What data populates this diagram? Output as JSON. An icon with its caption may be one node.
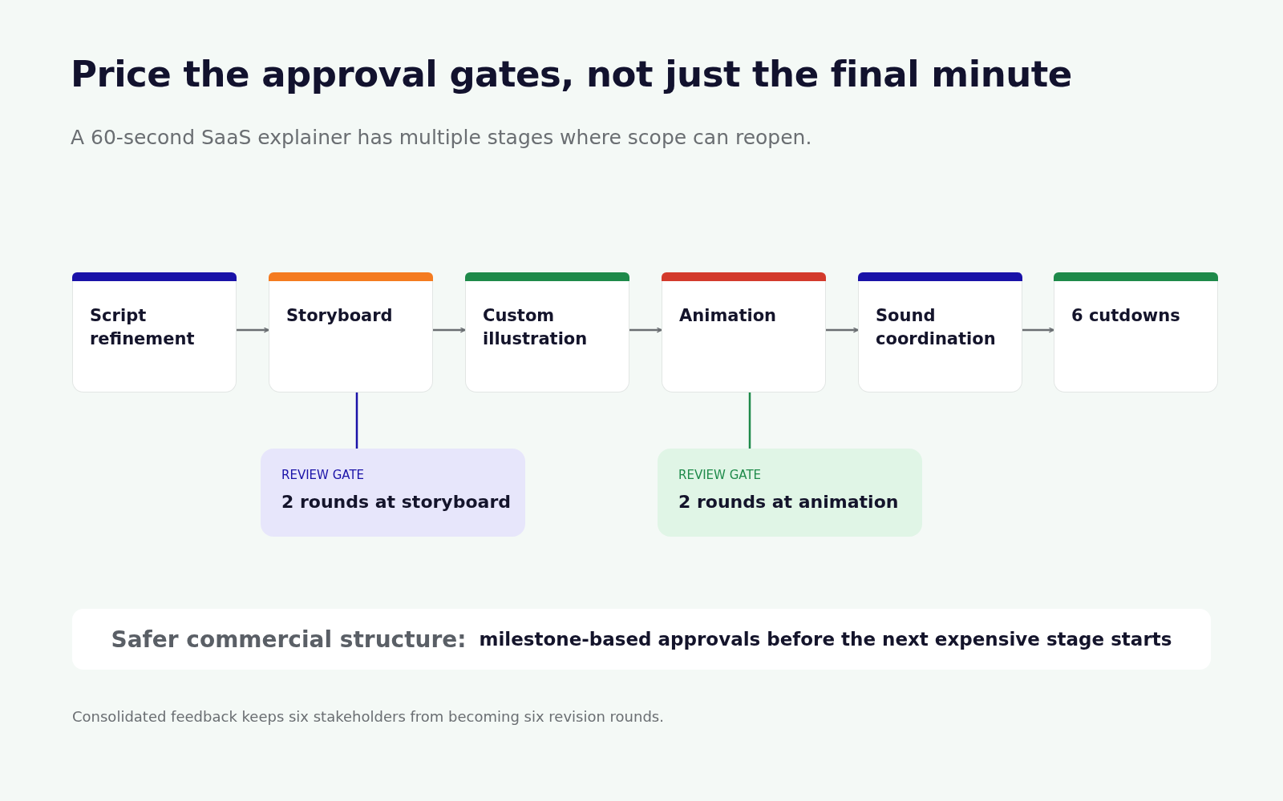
{
  "diagram": {
    "title": "Price the approval gates, not just the final minute",
    "caption": "A 60-second SaaS explainer has multiple stages where scope can reopen.",
    "nodes": [
      {
        "text": [
          "Script refinement"
        ]
      },
      {
        "text": [
          "Storyboard"
        ]
      },
      {
        "text": [
          "Custom illustration"
        ]
      },
      {
        "text": [
          "Animation"
        ]
      },
      {
        "text": [
          "Sound coordination"
        ]
      },
      {
        "text": [
          "6 cutdowns"
        ]
      },
      {
        "text": [
          "REVIEW GATE",
          "2 rounds at storyboard"
        ]
      },
      {
        "text": [
          "REVIEW GATE",
          "2 rounds at animation"
        ]
      },
      {
        "text": [
          "Safer commercial structure:",
          "milestone-based approvals before the next expensive stage starts"
        ]
      }
    ],
    "edges": [
      {
        "from": 0,
        "to": 1,
        "arrow": "to"
      },
      {
        "from": 1,
        "to": 2,
        "arrow": "to"
      },
      {
        "from": 2,
        "to": 3,
        "arrow": "to"
      },
      {
        "from": 3,
        "to": 4,
        "arrow": "to"
      },
      {
        "from": 4,
        "to": 5,
        "arrow": "to"
      },
      {
        "from": 1,
        "to": 6,
        "arrow": "none",
        "color": "#1a12a8"
      },
      {
        "from": 3,
        "to": 7,
        "arrow": "none",
        "color": "#1e8a4a"
      }
    ],
    "labels": [
      "Consolidated feedback keeps six stakeholders from becoming six revision rounds."
    ]
  }
}
